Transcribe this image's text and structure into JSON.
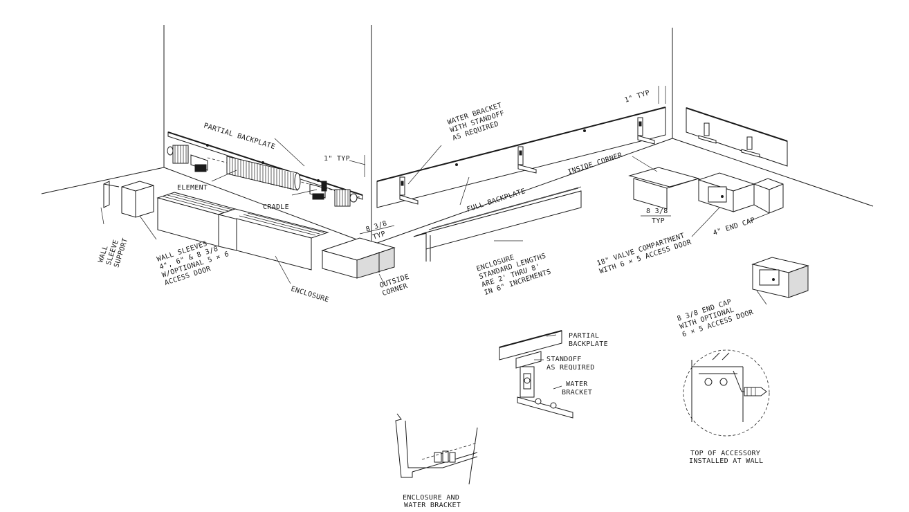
{
  "labels": {
    "partial_backplate": "PARTIAL BACKPLATE",
    "one_inch_typ_left": "1\" TYP",
    "one_inch_typ_right": "1\" TYP",
    "element": "ELEMENT",
    "cradle": "CRADLE",
    "water_bracket_line1": "WATER BRACKET",
    "water_bracket_line2": "WITH STANDOFF",
    "water_bracket_line3": "AS REQUIRED",
    "full_backplate": "FULL BACKPLATE",
    "inside_corner": "INSIDE CORNER",
    "eight_three_eighths_typ_a": "8 3/8",
    "typ_a": "TYP",
    "eight_three_eighths_typ_b": "8 3/8",
    "typ_b": "TYP",
    "wall_sleeve_support_line1": "WALL",
    "wall_sleeve_support_line2": "SLEEVE",
    "wall_sleeve_support_line3": "SUPPORT",
    "wall_sleeves_line1": "WALL SLEEVES",
    "wall_sleeves_line2": "4\", 6\" & 8 3/8",
    "wall_sleeves_line3": "W/OPTIONAL 5 × 6",
    "wall_sleeves_line4": "ACCESS DOOR",
    "enclosure": "ENCLOSURE",
    "outside_corner_line1": "OUTSIDE",
    "outside_corner_line2": "CORNER",
    "enclosure_std_line1": "ENCLOSURE",
    "enclosure_std_line2": "STANDARD LENGTHS",
    "enclosure_std_line3": "ARE 2' THRU 8'",
    "enclosure_std_line4": "IN 6\" INCREMENTS",
    "valve_compartment_line1": "18\" VALVE COMPARTMENT",
    "valve_compartment_line2": "WITH 6 × 5 ACCESS DOOR",
    "end_cap_4": "4\" END CAP",
    "end_cap_838_line1": "8 3/8 END CAP",
    "end_cap_838_line2": "WITH OPTIONAL",
    "end_cap_838_line3": "6 × 5 ACCESS DOOR",
    "detail_partial_backplate_line1": "PARTIAL",
    "detail_partial_backplate_line2": "BACKPLATE",
    "detail_standoff_line1": "STANDOFF",
    "detail_standoff_line2": "AS REQUIRED",
    "detail_water_bracket_line1": "WATER",
    "detail_water_bracket_line2": "BRACKET",
    "detail_top_accessory_line1": "TOP OF ACCESSORY",
    "detail_top_accessory_line2": "INSTALLED AT WALL",
    "detail_enclosure_water_line1": "ENCLOSURE AND",
    "detail_enclosure_water_line2": "WATER BRACKET"
  }
}
